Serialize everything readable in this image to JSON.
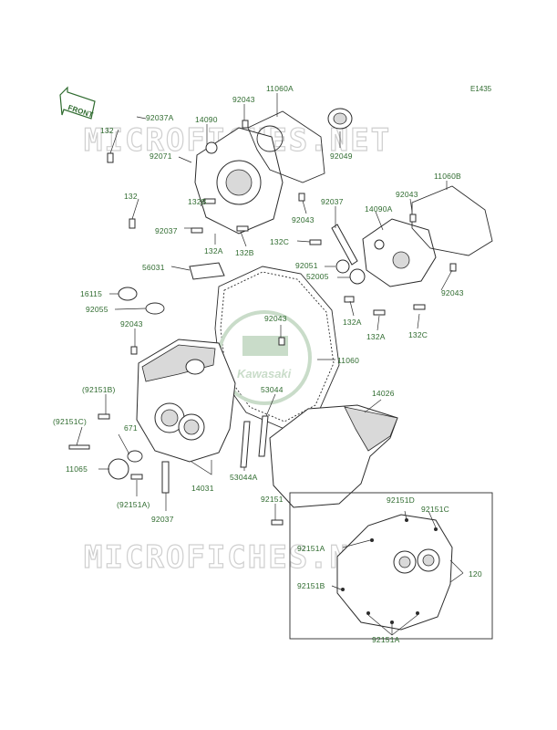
{
  "diagram_code": "E1435",
  "front_label": "FRONT",
  "watermark_text": "MICROFICHES.NET",
  "brand_mark": "Kawasaki",
  "colors": {
    "label": "#2f6b2f",
    "line": "#2b2b2b",
    "watermark": "#cfcfcf"
  },
  "labels": [
    "132",
    "92037A",
    "14090",
    "92043",
    "11060A",
    "92071",
    "92049",
    "132",
    "92037",
    "132B",
    "132A",
    "132B",
    "92043",
    "92037",
    "14090A",
    "11060B",
    "92043",
    "132C",
    "92051",
    "52005",
    "92043",
    "132A",
    "132A",
    "132C",
    "56031",
    "16115",
    "92055",
    "92043",
    "92043",
    "11060",
    "(92151B)",
    "(92151C)",
    "671",
    "11065",
    "(92151A)",
    "92037",
    "14031",
    "53044",
    "53044A",
    "14026",
    "92151",
    "92151D",
    "92151C",
    "92151A",
    "92151B",
    "92151A",
    "120"
  ]
}
